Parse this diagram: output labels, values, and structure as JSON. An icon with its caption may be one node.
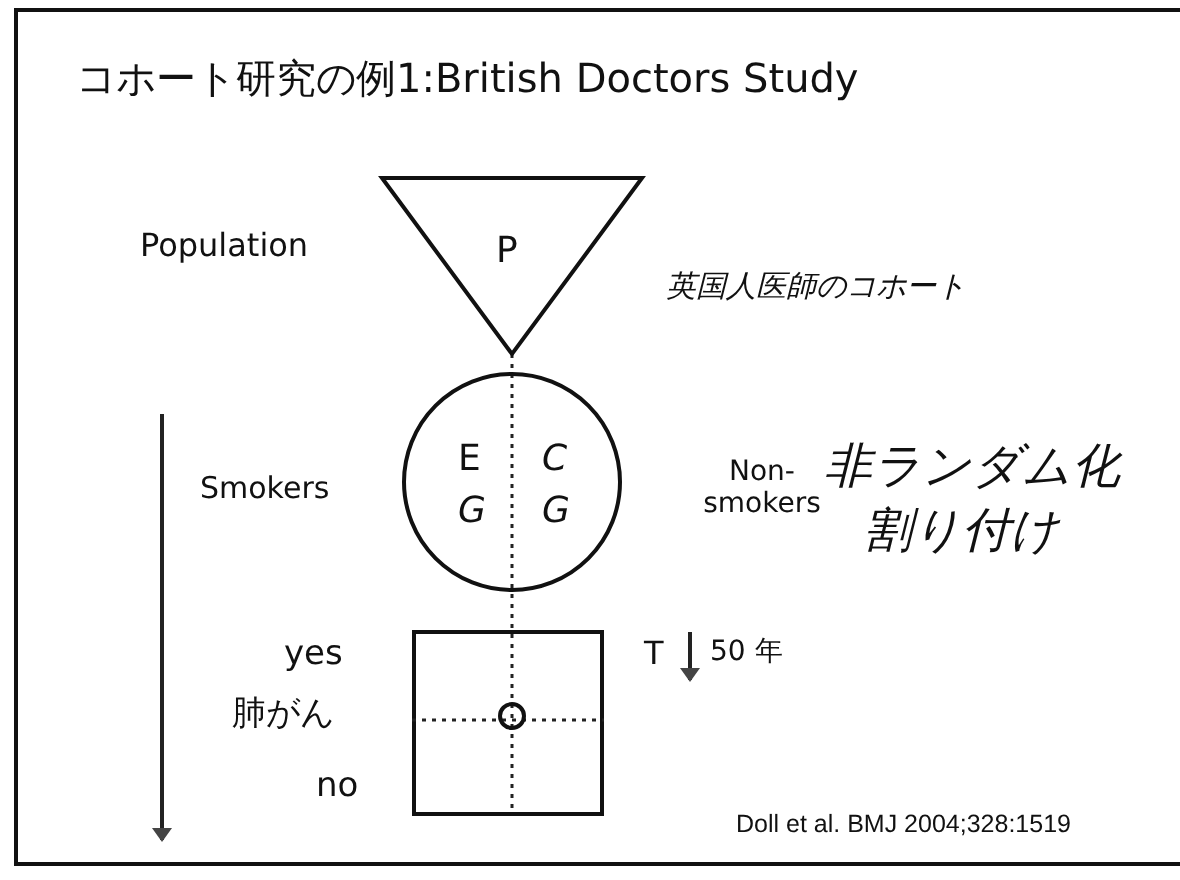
{
  "diagram": {
    "title": "コホート研究の例1:British Doctors Study",
    "nodes": [
      {
        "text": [
          "P"
        ]
      },
      {
        "text": [
          "E",
          "G",
          "C",
          "G"
        ]
      },
      {
        "text": [],
        "shape": "box"
      },
      {
        "text": [],
        "shape": "circle",
        "in": 2
      }
    ],
    "labels": [
      "Population",
      "英国人医師のコホート",
      "Smokers",
      "Non- smokers",
      "非ランダム化",
      "割り付け",
      "T",
      "50 年",
      "yes",
      "肺がん",
      "no",
      "Doll et al. BMJ 2004;328:1519"
    ]
  }
}
